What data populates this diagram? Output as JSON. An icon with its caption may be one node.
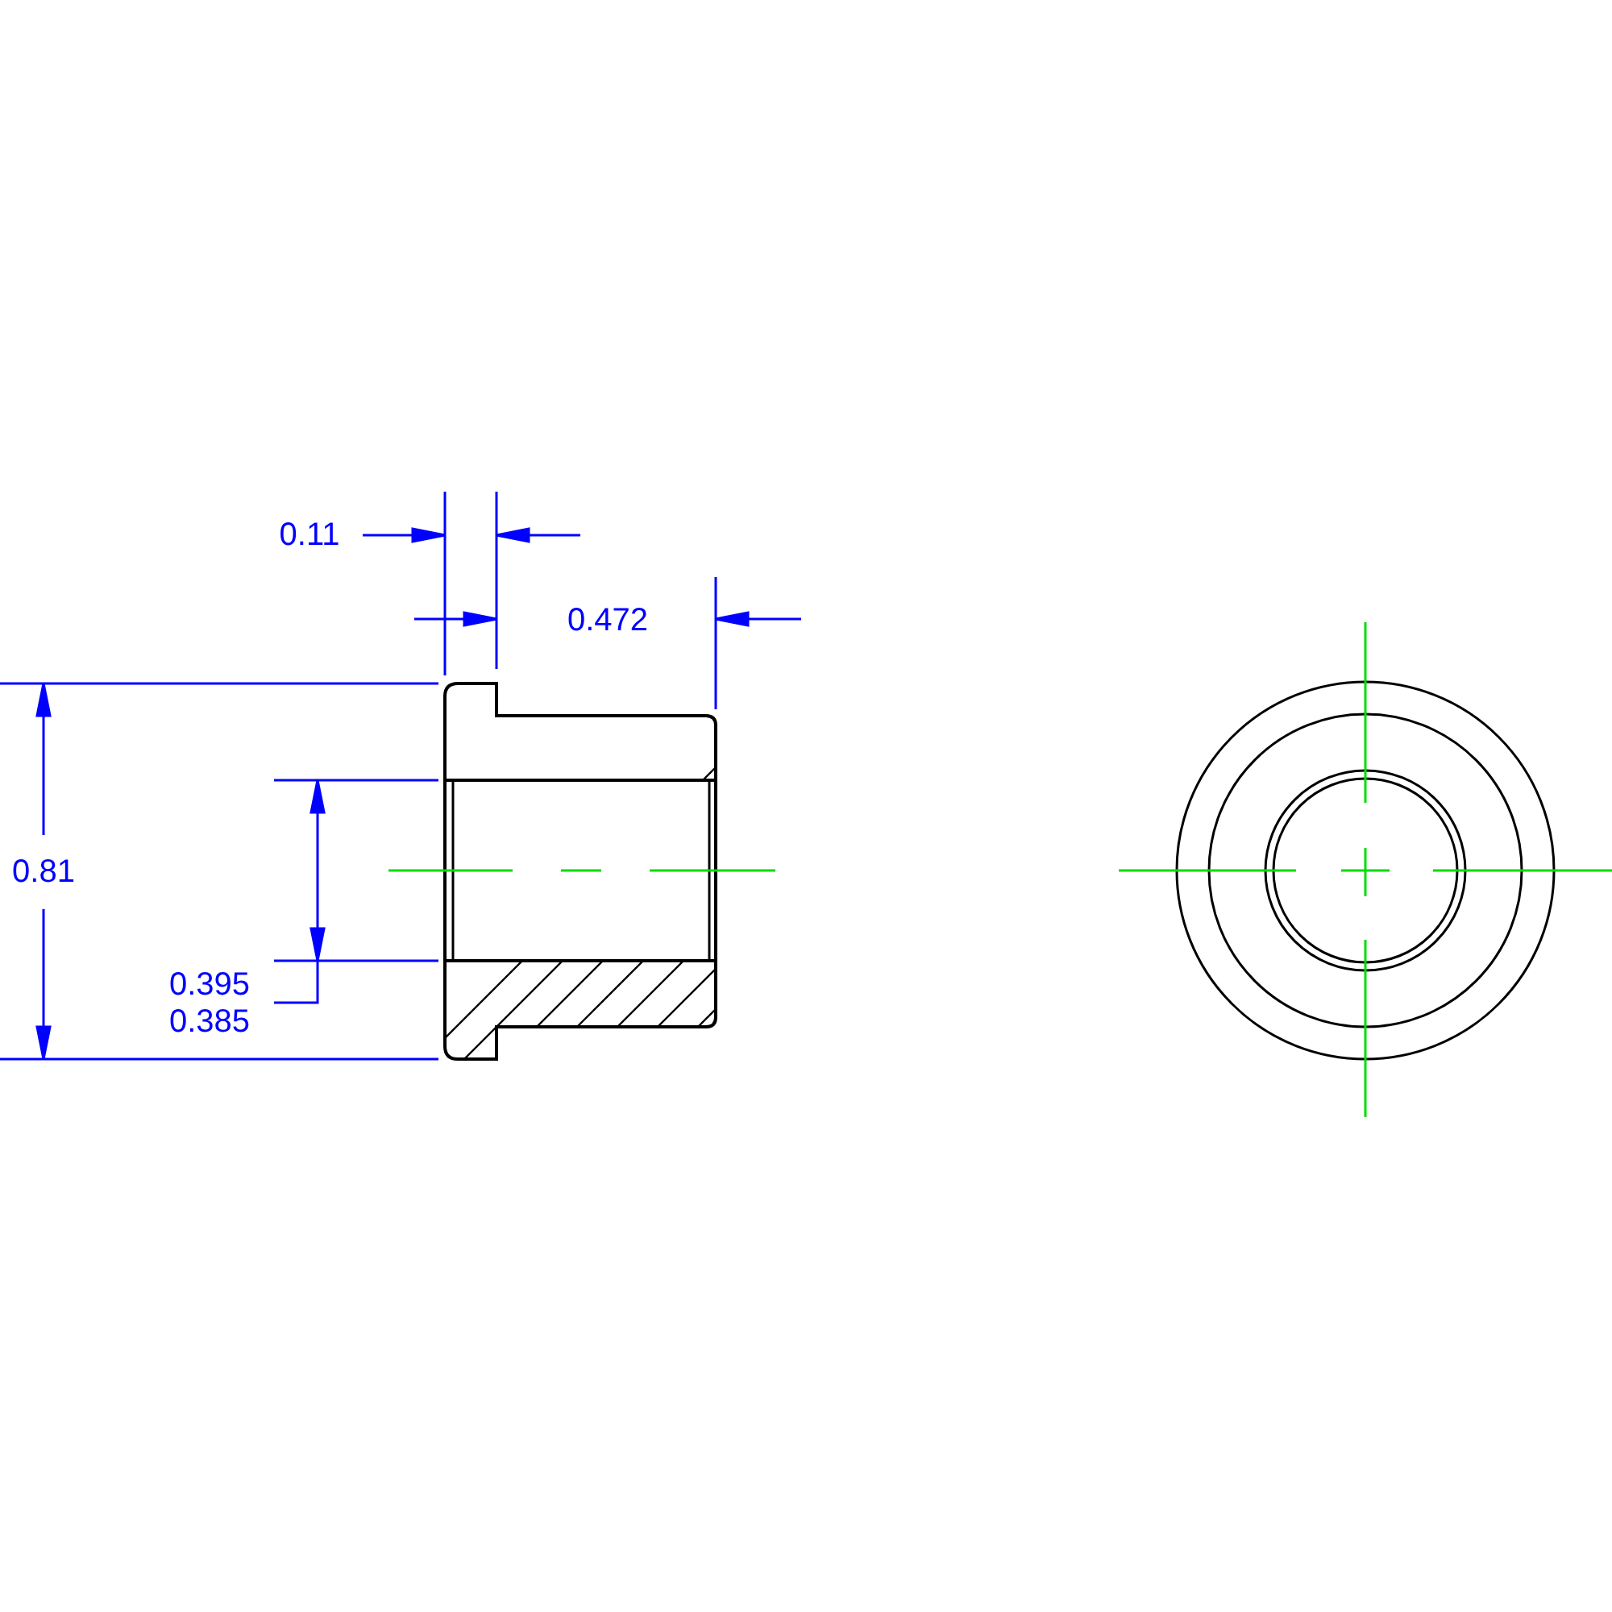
{
  "diagram": {
    "labels": [
      "0.11",
      "0.472",
      "0.81",
      "0.395",
      "0.385"
    ]
  }
}
